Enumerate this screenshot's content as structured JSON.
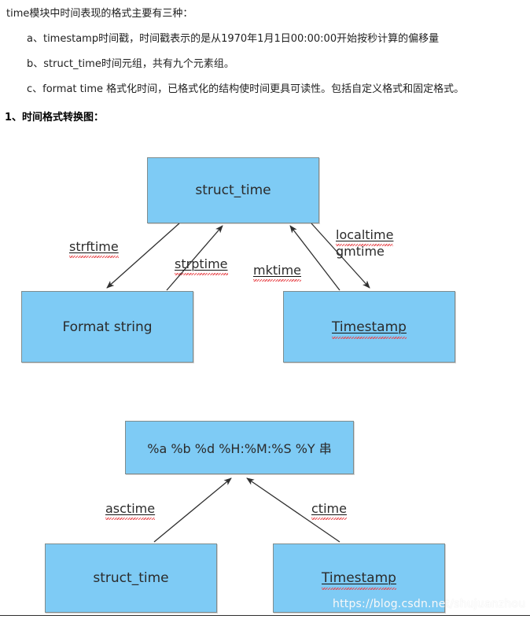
{
  "article": {
    "lead": "time模块中时间表现的格式主要有三种：",
    "bullets": [
      "a、timestamp时间戳，时间戳表示的是从1970年1月1日00:00:00开始按秒计算的偏移量",
      "b、struct_time时间元组，共有九个元素组。",
      "c、format time 格式化时间，已格式化的结构使时间更具可读性。包括自定义格式和固定格式。"
    ],
    "section_title": "1、时间格式转换图："
  },
  "diagram_top": {
    "nodes": {
      "struct_time": {
        "label": "struct_time",
        "misspelled": false
      },
      "format_string": {
        "label": "Format string",
        "misspelled": false
      },
      "timestamp": {
        "label": "Timestamp",
        "misspelled": true
      }
    },
    "edges": [
      {
        "label": "strftime",
        "from": "struct_time",
        "to": "format_string",
        "misspelled": true
      },
      {
        "label": "strptime",
        "from": "format_string",
        "to": "struct_time",
        "misspelled": true
      },
      {
        "label": "mktime",
        "from": "timestamp",
        "to": "struct_time",
        "misspelled": true
      },
      {
        "label": "localtime",
        "from": "struct_time",
        "to": "timestamp",
        "misspelled": true
      },
      {
        "label": "gmtime",
        "from": "struct_time",
        "to": "timestamp",
        "misspelled": false
      }
    ]
  },
  "diagram_bottom": {
    "nodes": {
      "format_str": {
        "label": "%a %b %d %H:%M:%S %Y 串",
        "misspelled": false
      },
      "struct_time": {
        "label": "struct_time",
        "misspelled": false
      },
      "timestamp": {
        "label": "Timestamp",
        "misspelled": true
      }
    },
    "edges": [
      {
        "label": "asctime",
        "from": "struct_time",
        "to": "format_str",
        "misspelled": true
      },
      {
        "label": "ctime",
        "from": "timestamp",
        "to": "format_str",
        "misspelled": true
      }
    ]
  },
  "watermark": {
    "text": "https://blog.csdn.net/shujuanzhou"
  },
  "colors": {
    "node_fill": "#7ecbf5",
    "node_border": "#7f8c8d",
    "spell_underline": "#e8484d",
    "arrow": "#2f2f2f"
  }
}
